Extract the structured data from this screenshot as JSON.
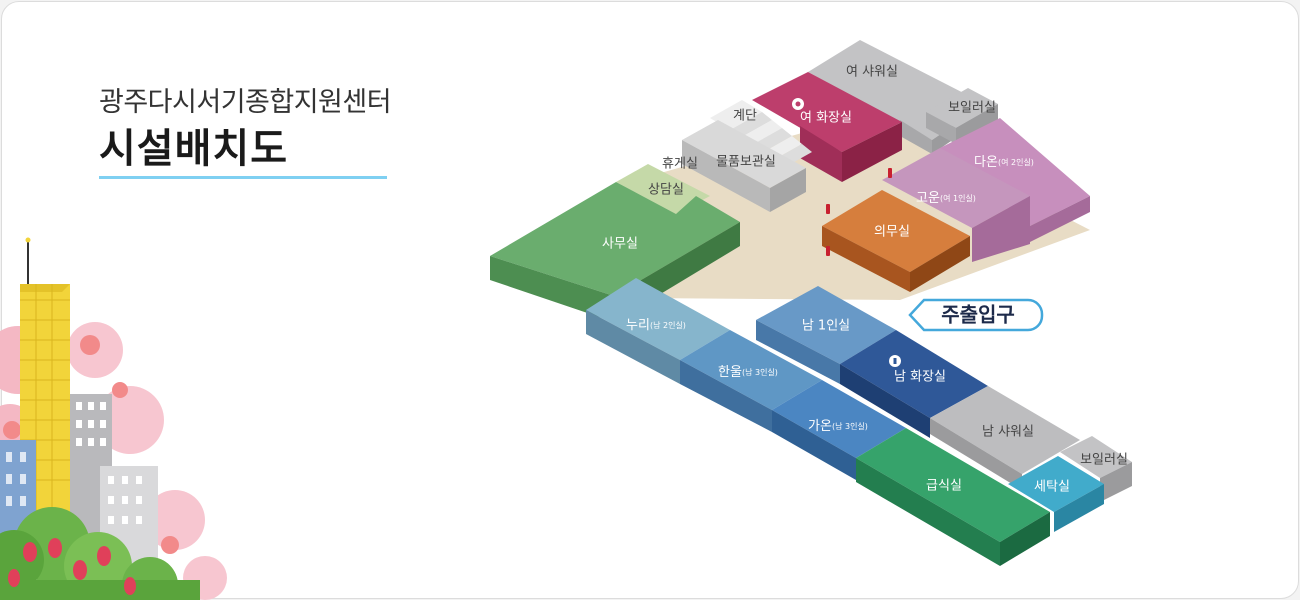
{
  "header": {
    "subtitle": "광주다시서기종합지원센터",
    "title": "시설배치도"
  },
  "rooms": {
    "women_shower": "여 샤워실",
    "boiler_top": "보일러실",
    "stairs": "계단",
    "women_toilet": "여 화장실",
    "lounge": "휴게실",
    "storage": "물품보관실",
    "counseling": "상담실",
    "office": "사무실",
    "daon": "다온",
    "daon_note": "(여 2인실)",
    "goun": "고운",
    "goun_note": "(여 1인실)",
    "medical": "의무실",
    "nuri": "누리",
    "nuri_note": "(남 2인실)",
    "hanul": "한울",
    "hanul_note": "(남 3인실)",
    "gaon": "가온",
    "gaon_note": "(남 3인실)",
    "men_single": "남 1인실",
    "men_toilet": "남 화장실",
    "men_shower": "남 샤워실",
    "boiler_bottom": "보일러실",
    "laundry": "세탁실",
    "cafeteria": "급식실"
  },
  "entrance": {
    "label": "주출입구"
  },
  "colors": {
    "accent_line": "#7fd0f2",
    "floor": "#e8dcc5",
    "office": "#6aad6e",
    "counseling": "#c5d9a8",
    "storage": "#d5d5d5",
    "women_toilet": "#bd3e6c",
    "shower": "#bdbdbf",
    "daon": "#c78fbd",
    "medical": "#d67e3d",
    "nuri": "#86b5cc",
    "hanul": "#5f97c5",
    "gaon": "#4b86c2",
    "men_single": "#6899c7",
    "men_toilet": "#2f5898",
    "laundry": "#41abcb",
    "cafeteria": "#36a36b",
    "entrance_border": "#44a8db"
  }
}
